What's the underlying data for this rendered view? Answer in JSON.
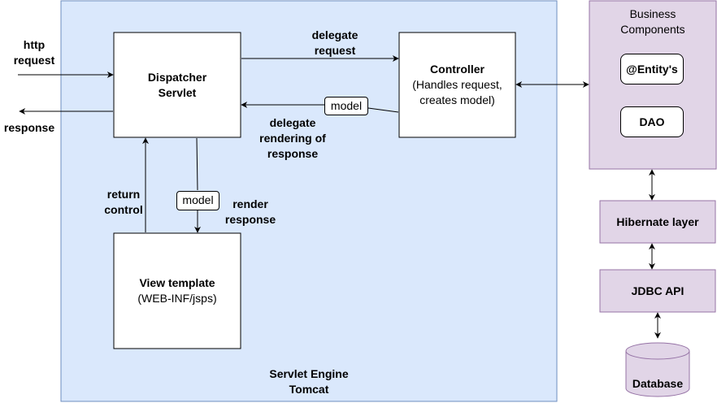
{
  "colors": {
    "servlet_engine_fill": "#dae8fc",
    "servlet_engine_stroke": "#6c8ebf",
    "purple_fill": "#e1d5e7",
    "purple_stroke": "#9673a6",
    "line": "#000000"
  },
  "external": {
    "http_request": "http\nrequest",
    "response": "response"
  },
  "dispatcher": {
    "title": "Dispatcher\nServlet"
  },
  "controller": {
    "title": "Controller",
    "subtitle": "(Handles request,\ncreates model)"
  },
  "view": {
    "title": "View template",
    "subtitle": "(WEB-INF/jsps)"
  },
  "edges": {
    "delegate_request": "delegate\nrequest",
    "model_to_dispatcher": "model",
    "delegate_rendering": "delegate\nrendering of\nresponse",
    "model_to_view": "model",
    "render_response": "render\nresponse",
    "return_control": "return\ncontrol"
  },
  "servlet_engine": {
    "label": "Servlet Engine\nTomcat"
  },
  "business": {
    "title": "Business\nComponents",
    "entity": "@Entity's",
    "dao": "DAO"
  },
  "hibernate": {
    "label": "Hibernate layer"
  },
  "jdbc": {
    "label": "JDBC API"
  },
  "database": {
    "label": "Database"
  }
}
